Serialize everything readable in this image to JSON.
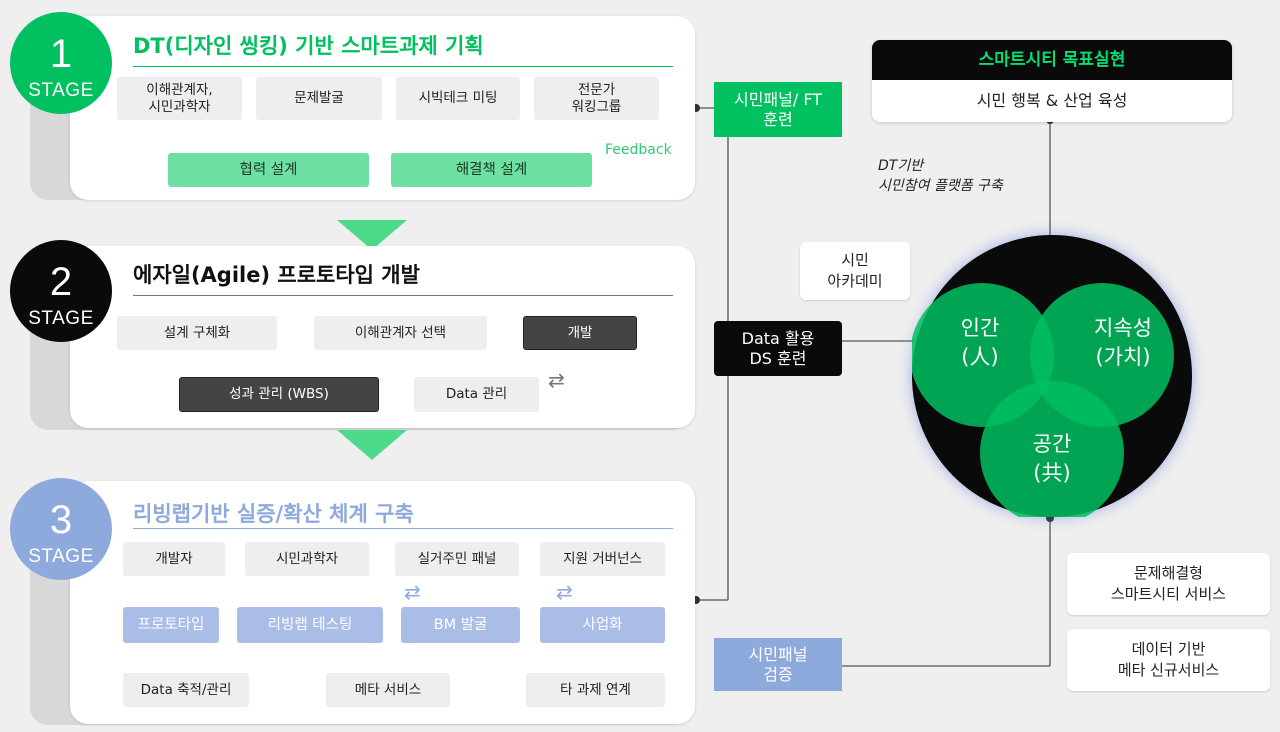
{
  "stages": {
    "s1": {
      "number": "1",
      "label": "STAGE",
      "title": "DT(디자인 씽킹) 기반 스마트과제 기획",
      "boxes": [
        "이해관계자,\n시민과학자",
        "문제발굴",
        "시빅테크 미팅",
        "전문가\n워킹그룹"
      ],
      "green": [
        "협력 설계",
        "해결책 설계"
      ],
      "feedback": "Feedback"
    },
    "s2": {
      "number": "2",
      "label": "STAGE",
      "title": "에자일(Agile) 프로토타입 개발",
      "boxes": [
        "설계 구체화",
        "이해관계자 선택",
        "개발",
        "성과 관리 (WBS)",
        "Data 관리"
      ]
    },
    "s3": {
      "number": "3",
      "label": "STAGE",
      "title": "리빙랩기반 실증/확산 체계 구축",
      "top": [
        "개발자",
        "시민과학자",
        "실거주민 패널",
        "지원 거버넌스"
      ],
      "mid": [
        "프로토타입",
        "리빙랩 테스팅",
        "BM 발굴",
        "사업화"
      ],
      "bot": [
        "Data 축적/관리",
        "메타 서비스",
        "타 과제 연계"
      ]
    }
  },
  "tags": {
    "panel_ft": "시민패널/ FT\n훈련",
    "data_ds": "Data 활용\nDS 훈련",
    "panel_verify": "시민패널\n검증"
  },
  "goal": {
    "header": "스마트시티 목표실현",
    "body": "시민 행복 & 산업 육성"
  },
  "notes": {
    "platform": "DT기반\n시민참여 플랫폼 구축",
    "academy": "시민\n아카데미"
  },
  "venn": {
    "human": "인간\n(人)",
    "sustain": "지속성\n(가치)",
    "space": "공간\n(共)"
  },
  "services": [
    "문제해결형\n스마트시티 서비스",
    "데이터 기반\n메타 신규서비스"
  ],
  "colors": {
    "green": "#00c060",
    "black": "#0a0a0a",
    "blue": "#8ea9dc",
    "light_green": "#6ee0a2"
  }
}
